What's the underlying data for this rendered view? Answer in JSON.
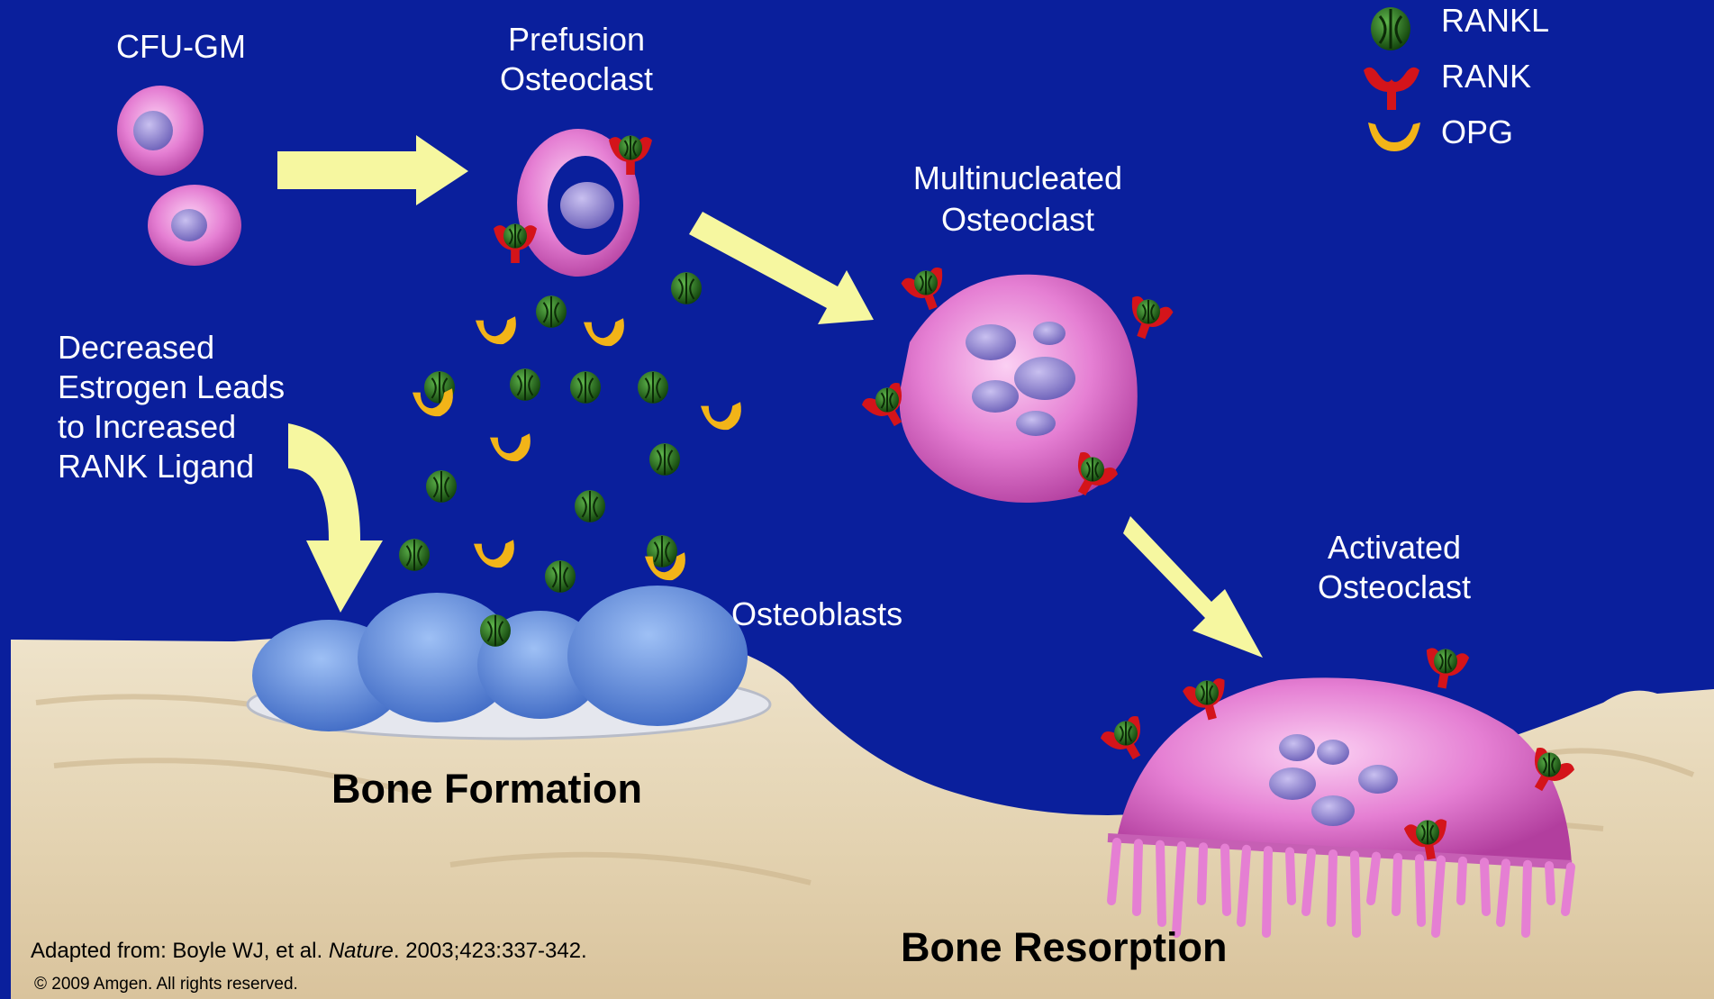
{
  "stages": {
    "cfu": "CFU-GM",
    "prefusion_1": "Prefusion",
    "prefusion_2": "Osteoclast",
    "multi_1": "Multinucleated",
    "multi_2": "Osteoclast",
    "activated_1": "Activated",
    "activated_2": "Osteoclast",
    "osteoblasts": "Osteoblasts"
  },
  "estrogen_note": [
    "Decreased",
    "Estrogen Leads",
    "to Increased",
    "RANK Ligand"
  ],
  "processes": {
    "formation": "Bone Formation",
    "resorption": "Bone Resorption"
  },
  "legend": [
    {
      "label": "RANKL",
      "icon": "rankl-icon"
    },
    {
      "label": "RANK",
      "icon": "rank-icon"
    },
    {
      "label": "OPG",
      "icon": "opg-icon"
    }
  ],
  "citation": {
    "prefix": "Adapted from: Boyle WJ, et al. ",
    "journal": "Nature",
    "suffix": ". 2003;423:337-342."
  },
  "copyright": "© 2009 Amgen. All rights reserved.",
  "colors": {
    "background": "#0a1f9c",
    "arrow": "#f6f7a0",
    "rankl": "#1f6e17",
    "rank": "#d4141a",
    "opg": "#f2b418",
    "osteoclast": "#e27ad0",
    "osteoblast": "#5a86d8",
    "bone": "#e9dcc0"
  }
}
